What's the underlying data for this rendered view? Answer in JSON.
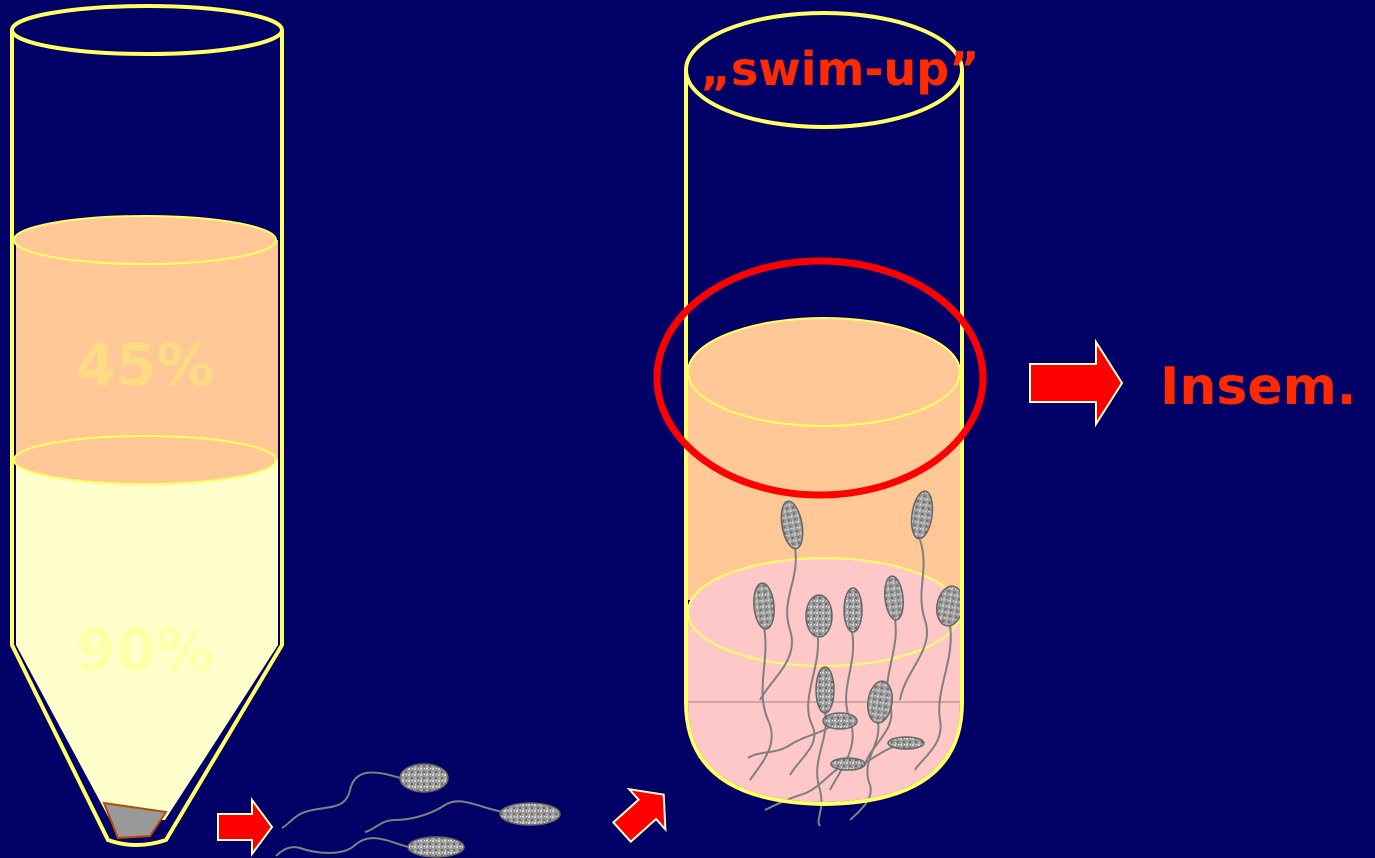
{
  "colors": {
    "background": "#000066",
    "tube_outline": "#ffff66",
    "layer_45": "#ffc896",
    "layer_90": "#ffffcc",
    "layer_pink": "#ffc8c8",
    "pellet": "#999999",
    "arrow": "#ff0000",
    "label_faint": "#ffff66",
    "label_red": "#ff2a00",
    "sperm_head": "#999999",
    "sperm_tail": "#808080"
  },
  "labels": {
    "layer_45": "45%",
    "layer_90": "90%",
    "swim_up": "„swim-up”",
    "insem": "Insem."
  },
  "icons": {
    "arrow": "right-arrow-icon",
    "sperm": "sperm-cell-icon"
  }
}
